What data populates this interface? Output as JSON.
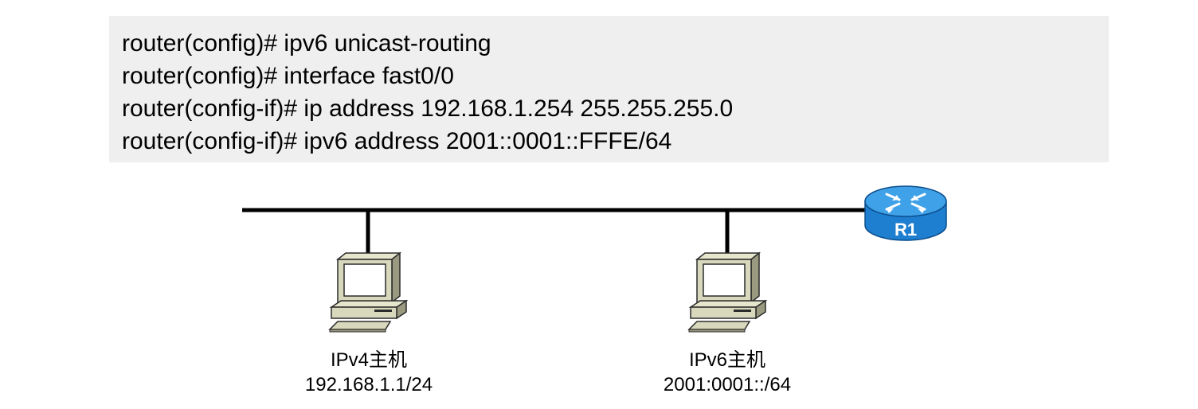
{
  "cli": {
    "lines": [
      "router(config)# ipv6 unicast-routing",
      "router(config)# interface fast0/0",
      "router(config-if)# ip address 192.168.1.254 255.255.255.0",
      "router(config-if)# ipv6 address 2001::0001::FFFE/64"
    ]
  },
  "router": {
    "label": "R1",
    "color": "#1e7fd0"
  },
  "hosts": [
    {
      "name": "IPv4主机",
      "address": "192.168.1.1/24"
    },
    {
      "name": "IPv6主机",
      "address": "2001:0001::/64"
    }
  ]
}
